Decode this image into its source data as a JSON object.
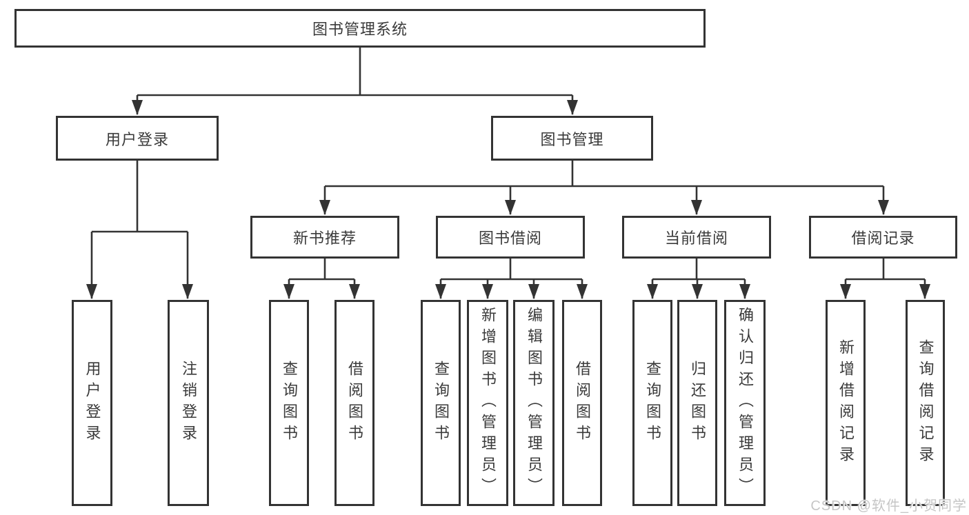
{
  "watermark": "CSDN @软件_小贺同学",
  "tree": {
    "root": "图书管理系统",
    "branches": [
      {
        "label": "用户登录",
        "children": [
          "用户登录",
          "注销登录"
        ]
      },
      {
        "label": "图书管理",
        "categories": [
          {
            "label": "新书推荐",
            "children": [
              "查询图书",
              "借阅图书"
            ]
          },
          {
            "label": "图书借阅",
            "children": [
              "查询图书",
              "新增图书（管理员）",
              "编辑图书（管理员）",
              "借阅图书"
            ]
          },
          {
            "label": "当前借阅",
            "children": [
              "查询图书",
              "归还图书",
              "确认归还（管理员）"
            ]
          },
          {
            "label": "借阅记录",
            "children": [
              "新增借阅记录",
              "查询借阅记录"
            ]
          }
        ]
      }
    ]
  },
  "style": {
    "line_color": "#333333",
    "box_background": "#ffffff",
    "text_color": "#3a3a3a",
    "watermark_color": "#c6c6c6"
  }
}
